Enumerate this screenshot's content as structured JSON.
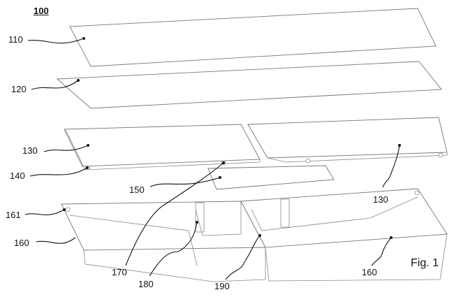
{
  "figure": {
    "title": "100",
    "caption": "Fig. 1",
    "labels": {
      "l110": "110",
      "l120": "120",
      "l130a": "130",
      "l130b": "130",
      "l140": "140",
      "l150": "150",
      "l161": "161",
      "l160a": "160",
      "l160b": "160",
      "l170": "170",
      "l180": "180",
      "l190": "190"
    }
  }
}
